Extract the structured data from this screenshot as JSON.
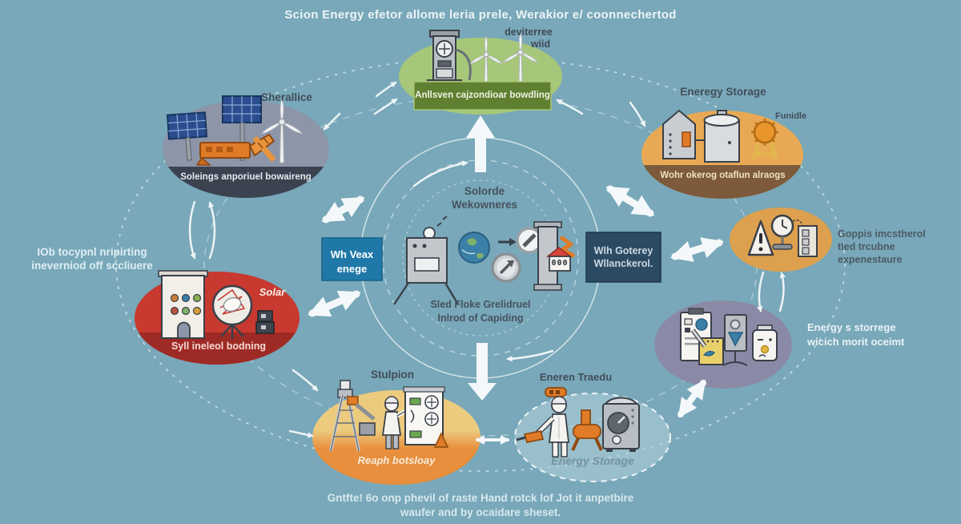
{
  "title": "Scion Energy efetor allome leria prele, Werakior e/ coonnechertod",
  "footer": {
    "line1": "Gntfte! 6o onp phevil of raste Hand rotck lof Jot it anpetbire",
    "line2": "waufer and by ocaidare sheset."
  },
  "wind_node": {
    "tag_line1": "deviterree",
    "tag_line2": "wiid",
    "caption": "Anllsven cajzondioar bowdling"
  },
  "solar_factory_node": {
    "label": "Sherallice",
    "caption": "Soleings anporiuel bowaireng"
  },
  "tank_node": {
    "label": "Eneregy Storage",
    "tag": "Funidle",
    "caption": "Wohr okerog otaflun alraogs"
  },
  "center_node": {
    "title_line1": "Solorde",
    "title_line2": "Wekowneres",
    "caption_line1": "Sled Floke Grelidruel",
    "caption_line2": "Inlrod of Capiding",
    "counter": "000"
  },
  "left_box": {
    "line1": "Wh Veax",
    "line2": "enege"
  },
  "right_box": {
    "line1": "Wlh Goterey",
    "line2": "Wllanckerol."
  },
  "left_note": {
    "line1": "IOb tocypnl nripirting",
    "line2": "ineverniod off sccliuere"
  },
  "solar_building_node": {
    "label": "Solar",
    "caption": "Syll ineleol bodning"
  },
  "alert_note": {
    "line1": "Goppis imcstherol",
    "line2": "tled trcubne",
    "line3": "expenestaure"
  },
  "documents_note": {
    "line1": "Energy s storrege",
    "line2": "wicich morit oceimt"
  },
  "drilling_node": {
    "label": "Stulpion",
    "caption": "Reaph botsloay"
  },
  "maintenance_node": {
    "label": "Eneren Traedu",
    "caption": "Energy Storage"
  },
  "colors": {
    "background": "#78a8b9",
    "wind_node": "#a6c77a",
    "wind_caption_box": "#5f8030",
    "solar_factory_node": "#8d95a8",
    "solar_factory_band": "#3b4250",
    "tank_node": "#e9a954",
    "tank_band": "#7c5a3b",
    "solar_building_node": "#c8392f",
    "solar_building_band": "#9e2a25",
    "alert_node": "#dda04e",
    "documents_node": "#8b8aa6",
    "drilling_node_top": "#eccb7f",
    "drilling_node_bottom": "#e78f3c",
    "maintenance_node": "#b6d2dd",
    "left_box": "#1f78a8",
    "right_box": "#2c4a62",
    "arrow": "#f4f8fa"
  }
}
